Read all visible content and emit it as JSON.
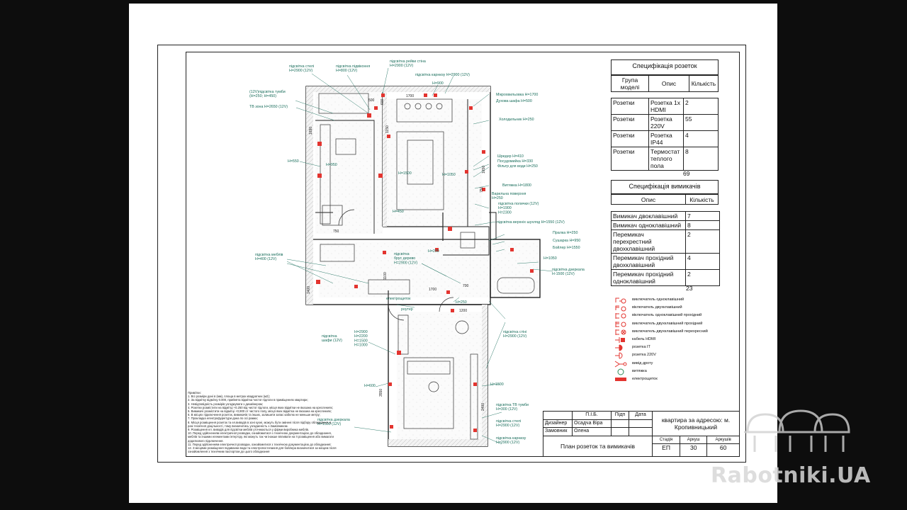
{
  "plan_labels": {
    "ceiling_light": "підсвітка стелі\nH=2900 (12V)",
    "niche_light": "підсвітка підвіконня\nH=800 (12V)",
    "rail_light": "підсвітка рейки стіна\nH=2900 (12V)",
    "cornice_light": "підсвітка карнизу H=2900 (12V)",
    "h900": "H=900",
    "tv_stand": "(12V)підсвітка тумби\n(H=250; H=450)",
    "tv_zone": "ТВ зона H=2650 (12V)",
    "microwave": "Мікрохвильовка H=1700",
    "oven": "Духова шафа H=500",
    "fridge": "Холодильник H=250",
    "shredder": "Шредер H=410",
    "dishwasher": "Посудомийка H=330",
    "water_filter": "Фільтр для води H=250",
    "h550": "H=550",
    "h950": "H=950",
    "h1500": "H=1500",
    "h1050": "H=1050",
    "hood": "Витяжка H=1800",
    "cooktop": "Варильна поверхня\nH=250",
    "shelf_light": "підсвітка полички (12V)\nH=1900\nH=2300",
    "h450": "H=450",
    "drawer_light": "підсвітка верхніх шухляд H=1550 (12V)",
    "washer": "Пралка H=250",
    "dryer": "Сушарка H=950",
    "boiler": "Бойлер H=1550",
    "furniture_light": "підсвітка меблів\nH=400 (12V)",
    "wood_beam_light": "підсвітка\nбрус дерево\nH=2900 (12V)",
    "h250": "H=250",
    "h1050b": "H=1050",
    "mirror_light": "підсвітка дзеркала\nH-1500 (12V)",
    "panel": "електрощиток",
    "h250b": "H=250",
    "router": "роутер",
    "wardrobe_light": "підсвітка\nшафи (12V)",
    "heights_stack": "H=2900\nH=2200\nH=1500\nH=1000",
    "wall_light": "підсвітка стіні\nH=2900 (12V)",
    "h600": "H=600",
    "h1500b": "H=1500",
    "mirror_light2": "підсвітка дзеркала\nH=1500 (12V)",
    "tv_stand2": "підсвітка ТВ тумби\nH=300 (12V)",
    "ceiling_light2": "підсвітка стелі\nH=2900 (12V)",
    "cornice_light2": "підсвітка карнизу\nH=2900 (12V)"
  },
  "dims": [
    "1700",
    "500",
    "600",
    "1150",
    "1690",
    "750",
    "1650",
    "1200",
    "1100",
    "1400",
    "2400",
    "3550",
    "750",
    "700",
    "1700"
  ],
  "sockets_spec": {
    "title": "Специфікація розеток",
    "headers": [
      "Група моделі",
      "Опис",
      "Кількість"
    ],
    "rows": [
      {
        "group": "Розетки",
        "desc": "Розетка 1х HDMI",
        "qty": "2"
      },
      {
        "group": "Розетки",
        "desc": "Розетка 220V",
        "qty": "55"
      },
      {
        "group": "Розетки",
        "desc": "Розетка IP44",
        "qty": "4"
      },
      {
        "group": "Розетки",
        "desc": "Термостат теплого пола",
        "qty": "8"
      }
    ],
    "total": "69"
  },
  "switches_spec": {
    "title": "Специфікація вимикачів",
    "headers": [
      "Опис",
      "Кількість"
    ],
    "rows": [
      {
        "desc": "Вимикач двоклавішний",
        "qty": "7"
      },
      {
        "desc": "Вимикач одноклавішний",
        "qty": "8"
      },
      {
        "desc": "Перемикач перехрестний двохклавішний",
        "qty": "2"
      },
      {
        "desc": "Перемикач прохідний двохклавішний",
        "qty": "4"
      },
      {
        "desc": "Перемикач прохідний одноклавішний",
        "qty": "2"
      }
    ],
    "total": "23"
  },
  "legend": [
    {
      "icon": "switch-single-icon",
      "label": "виключатель одноклавішний"
    },
    {
      "icon": "switch-double-icon",
      "label": "віключатель двухклавішний"
    },
    {
      "icon": "switch-single-pass-icon",
      "label": "віключатель одноклавішний прохідний"
    },
    {
      "icon": "switch-double-pass-icon",
      "label": "виключатель двухклавішний прохідний"
    },
    {
      "icon": "switch-double-cross-icon",
      "label": "виключатель двухклавішний перехресний"
    },
    {
      "icon": "hdmi-cable-icon",
      "label": "кабель HDMI"
    },
    {
      "icon": "socket-it-icon",
      "label": "розетка IT"
    },
    {
      "icon": "socket-220v-icon",
      "label": "розетка 220V"
    },
    {
      "icon": "wire-outlet-icon",
      "label": "вивід дроту"
    },
    {
      "icon": "hood-icon",
      "label": "витяжка"
    },
    {
      "icon": "panel-icon",
      "label": "електрощиток"
    }
  ],
  "notes": [
    "Примітки:",
    "1. Всі розміри дані в (мм), площа в метрах квадратних (м2);",
    "2. За відмітку відмітку 0.000, прийнята відмітка чистої підлоги в приміщеннях квартири;",
    "3. Невідповідність розмірів узгоджувати з дизайнером;",
    "4. Розетки розмістити на відмітці +0.250 від чистої підлоги, місця яких відмітки не вказана на креслениях;",
    "5. Вимикачі розмістити на відмітці +0,900 от чистого полу, місця яких відмітка не вказана на креслениях;",
    "6. В місцях підключення розеток, вимикачів та інших, залишити запас кабелю не меньше метру;",
    "7. Прокладка електрофурнітури дана по осі рамки;",
    "8. Місця розміщення розеток та ел.виводів в зоні кухні, можуть бути змінені після підбору обладнання, в разі технічної доцільності, тому визначитись узгодженість з Замовником.",
    "9. Розміщення ел. виводів для підсвітки меблів уточнюються у фірми виробника меблів.",
    "10. Перед здійсненням електричної розводки, ознайомитися з технічною документацією до обладнання, меблів та іншими елементами інтер'єру, які можуть так чи інакше впливати на її розміщення або вимагати додаткового підключення.",
    "11. Перед здійсненням електричної розводки, ознайомитися з технічною документацією до обладнання;",
    "12. З місцями розміщення подаванни води та електропостачання для бойлера визначитися за місцем після ознайомлення з технічним паспортом до цього обладнання"
  ],
  "stamp": {
    "col_pib": "П.І.Б.",
    "col_sign": "Підп",
    "col_date": "Дата",
    "designer_role": "Дизайнер",
    "designer_name": "Осадча Віра",
    "client_role": "Замовник",
    "client_name": "Олена",
    "address": "квартира за адресою: м. Кропивницький",
    "sheet_title": "План розеток та вимикачів",
    "stage_label": "Стадія",
    "sheet_label": "Аркуш",
    "sheets_label": "Аркушів",
    "stage": "ЕП",
    "sheet": "30",
    "sheets": "60"
  },
  "watermark": "Rabotniki.UA",
  "colors": {
    "wall": "#222222",
    "label_green": "#1a6e5c",
    "marker_red": "#e3342f",
    "hatch": "#cfcfcf"
  }
}
